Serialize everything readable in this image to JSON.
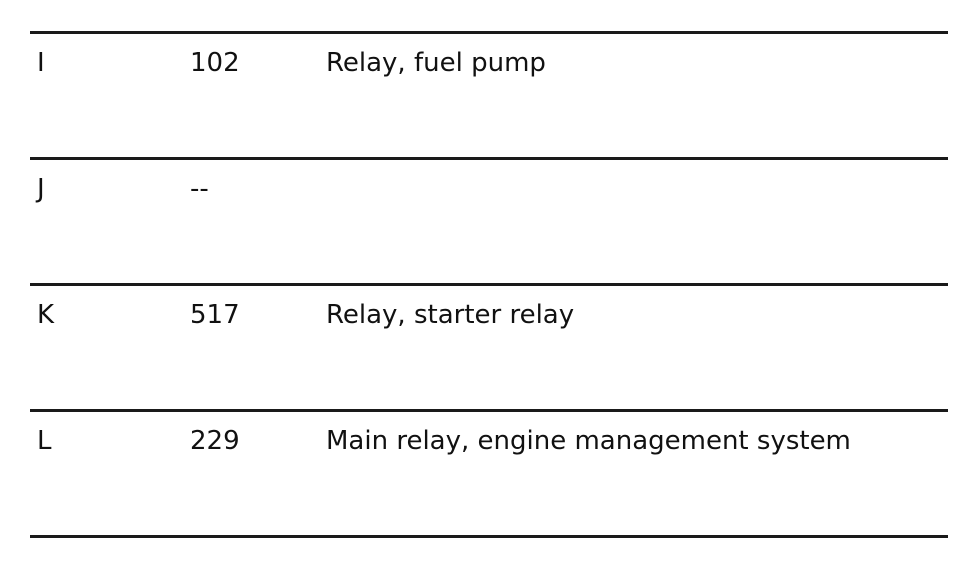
{
  "table": {
    "rows": [
      {
        "position": "I",
        "number": "102",
        "description": "Relay, fuel pump"
      },
      {
        "position": "J",
        "number": "--",
        "description": ""
      },
      {
        "position": "K",
        "number": "517",
        "description": "Relay, starter relay"
      },
      {
        "position": "L",
        "number": "229",
        "description": "Main relay, engine management system"
      }
    ]
  }
}
